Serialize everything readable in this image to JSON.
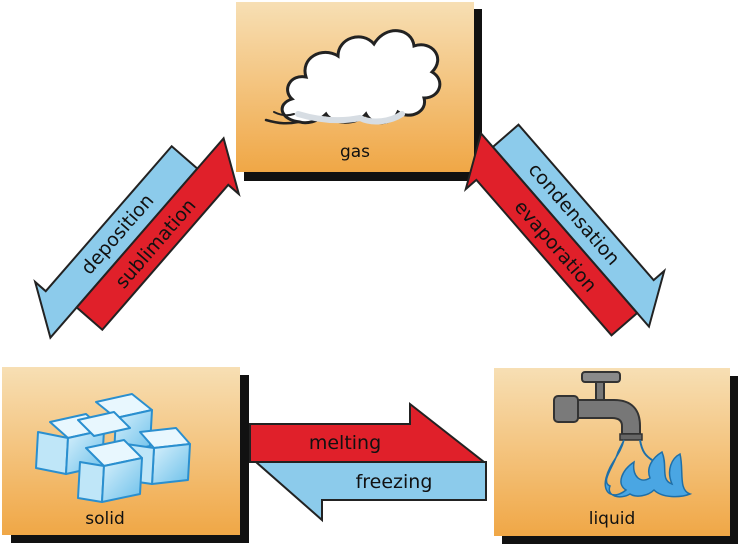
{
  "states": {
    "gas": "gas",
    "solid": "solid",
    "liquid": "liquid"
  },
  "transitions": {
    "deposition": "deposition",
    "sublimation": "sublimation",
    "condensation": "condensation",
    "evaporation": "evaporation",
    "melting": "melting",
    "freezing": "freezing"
  },
  "colors": {
    "box_top": "#f6d9a6",
    "box_bottom": "#f0a040",
    "arrow_blue": "#8ccbeb",
    "arrow_red": "#e0202a",
    "ice": "#a9dcf5",
    "water": "#3fa3e0",
    "faucet": "#6d6d6d"
  },
  "icons": {
    "gas": "cloud-puff-icon",
    "solid": "ice-cubes-icon",
    "liquid": "faucet-icon"
  }
}
